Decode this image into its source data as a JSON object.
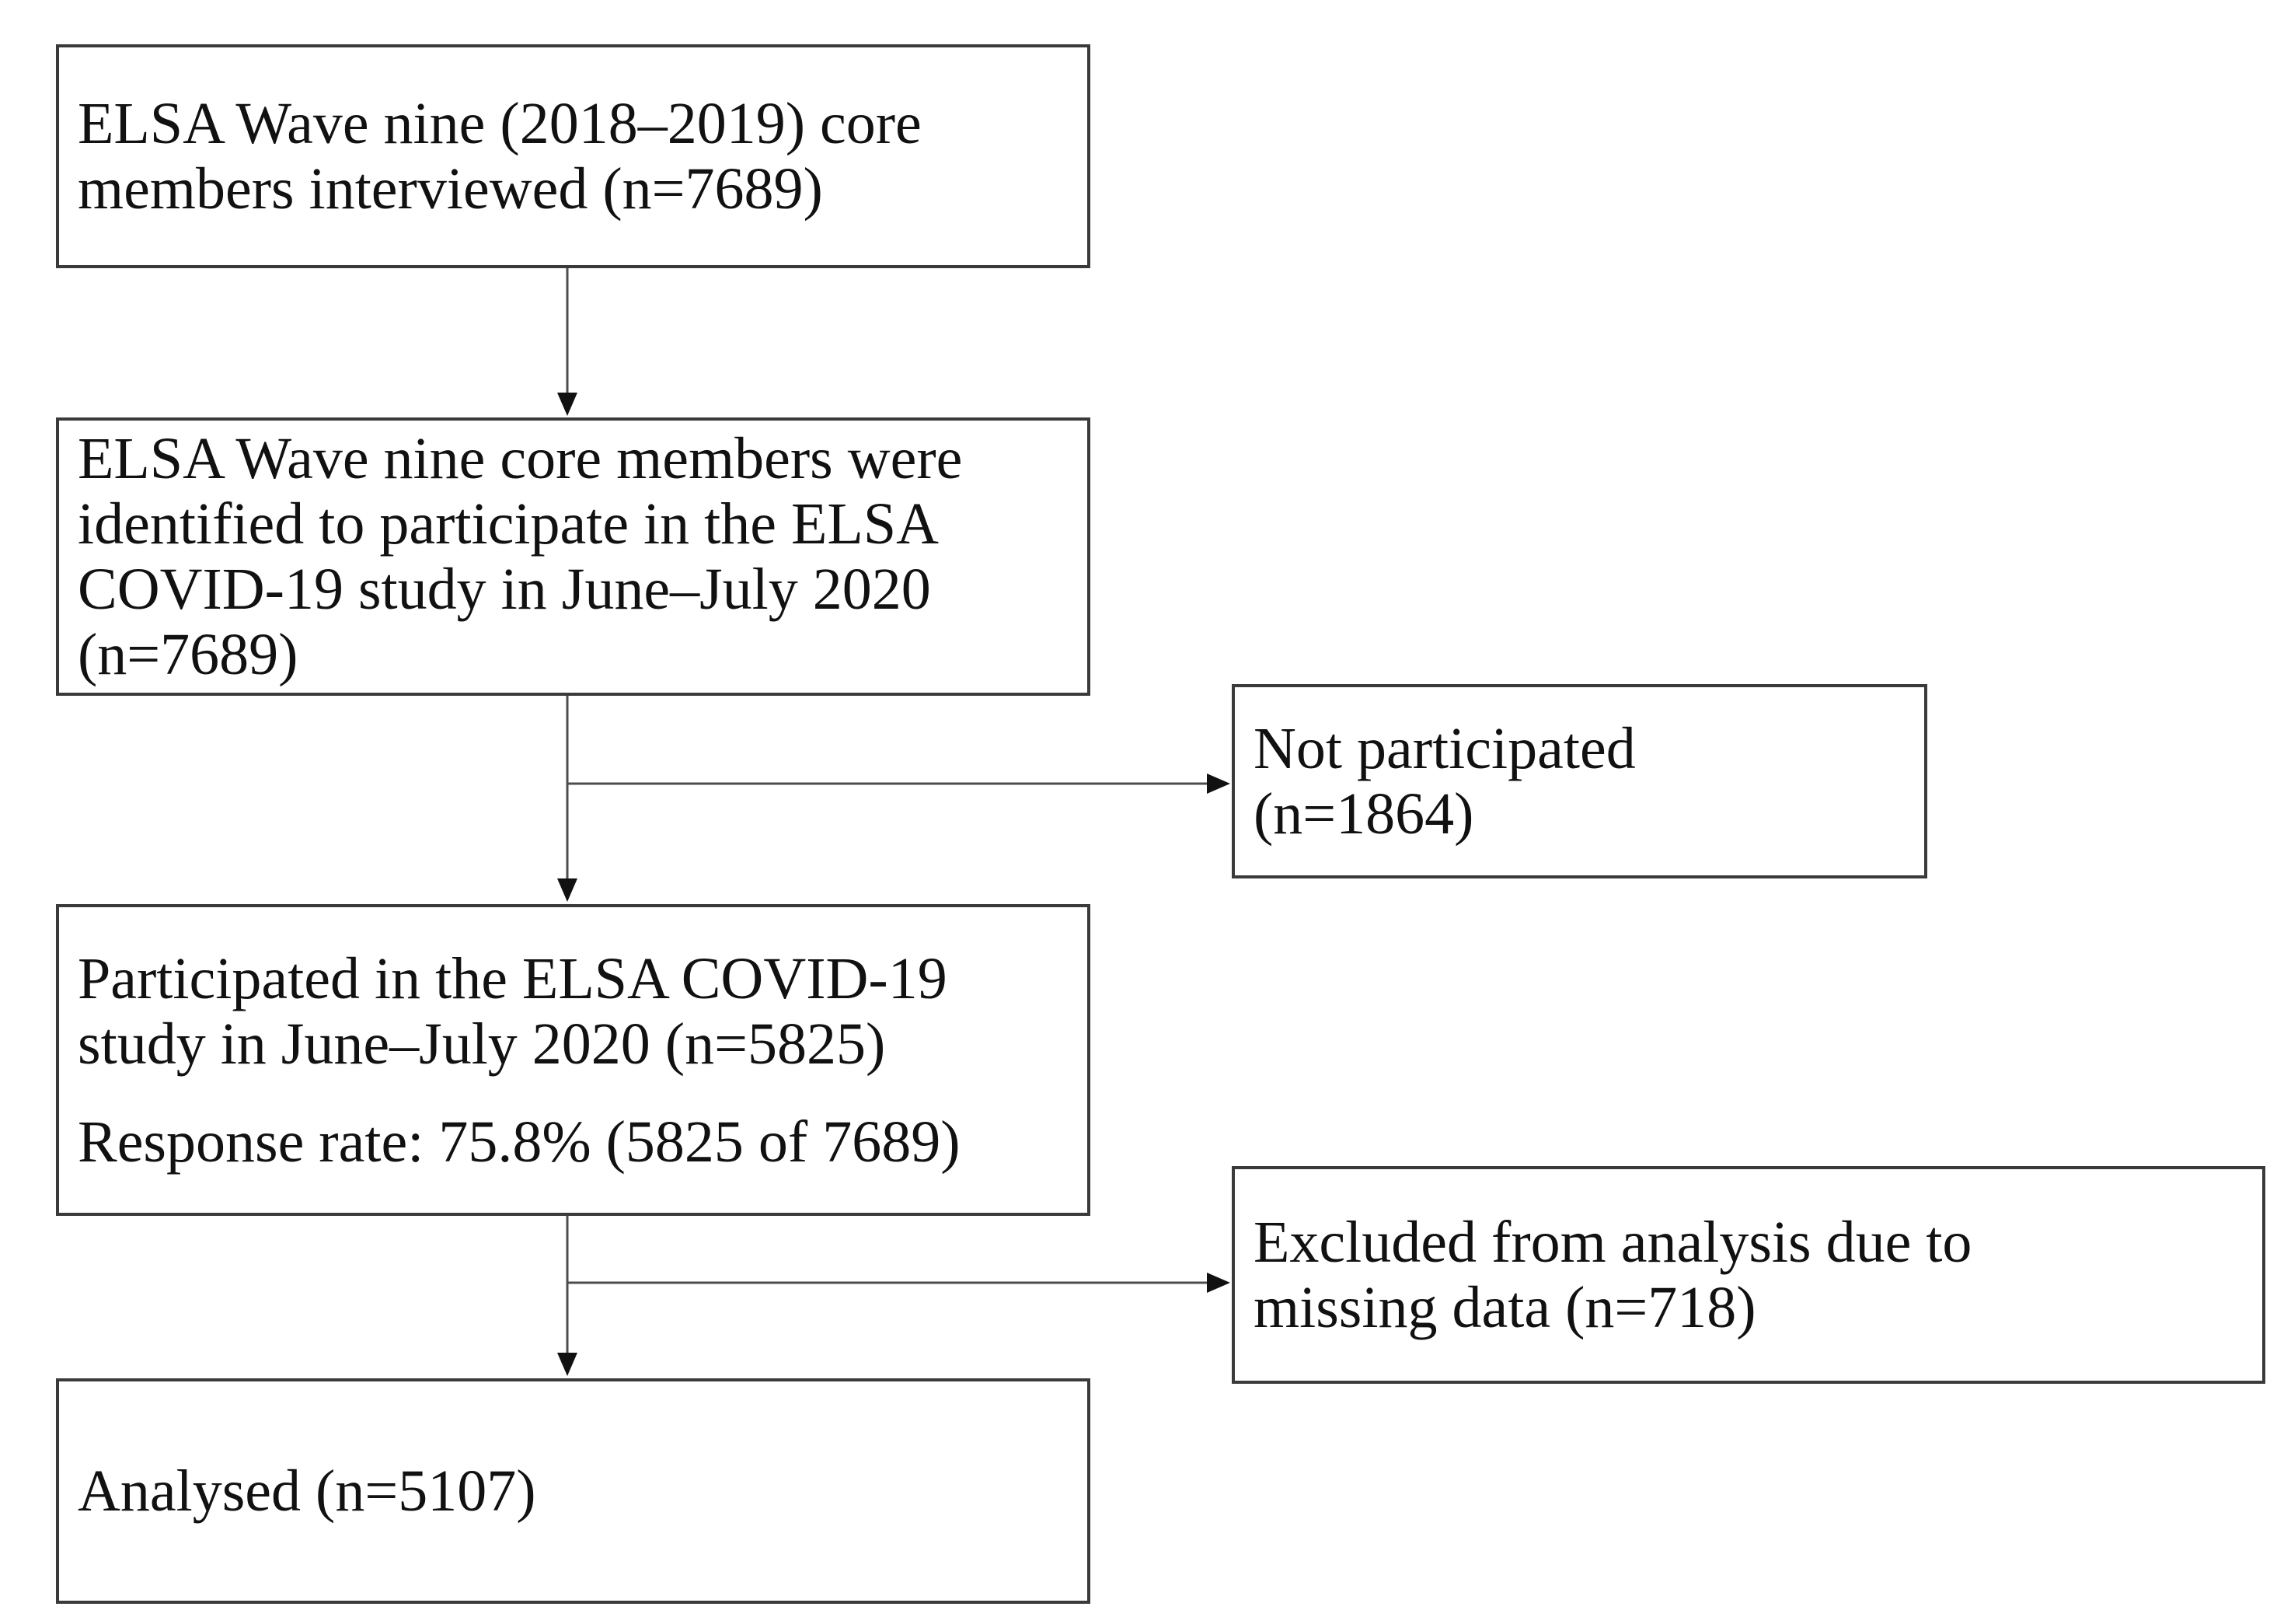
{
  "diagram": {
    "type": "flowchart",
    "colors": {
      "background": "#ffffff",
      "box_border": "#3a3a3a",
      "connector_line": "#4d4d4d",
      "arrowhead": "#111111",
      "text": "#111111"
    },
    "nodes": {
      "wave9_interviewed": {
        "text": "ELSA Wave nine (2018–2019) core\nmembers interviewed (n=7689)"
      },
      "identified": {
        "text": "ELSA Wave nine core members were\nidentified to participate in the ELSA\nCOVID-19 study in June–July 2020\n(n=7689)"
      },
      "not_participated": {
        "text": "Not participated\n(n=1864)"
      },
      "participated": {
        "text": "Participated in the ELSA COVID-19\nstudy in June–July 2020 (n=5825)",
        "response_rate_text": "Response rate: 75.8% (5825 of 7689)"
      },
      "excluded": {
        "text": "Excluded from analysis due to\nmissing data (n=718)"
      },
      "analysed": {
        "text": "Analysed (n=5107)"
      }
    },
    "edges": [
      {
        "from": "wave9_interviewed",
        "to": "identified"
      },
      {
        "from": "identified",
        "to": "participated"
      },
      {
        "from": "identified",
        "to": "not_participated"
      },
      {
        "from": "participated",
        "to": "analysed"
      },
      {
        "from": "participated",
        "to": "excluded"
      }
    ]
  }
}
